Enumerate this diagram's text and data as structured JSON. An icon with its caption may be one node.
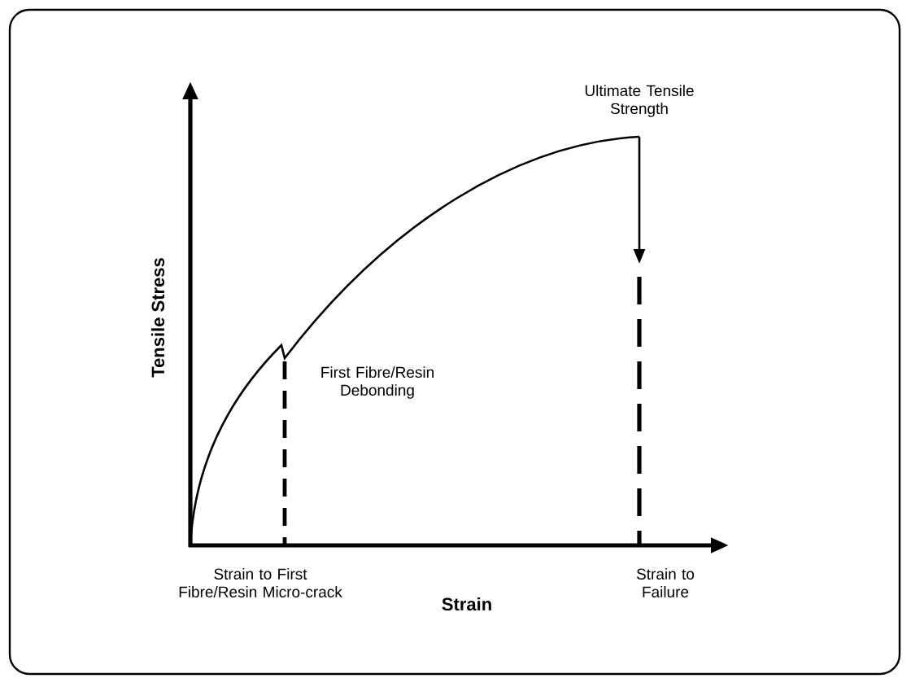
{
  "diagram": {
    "labels": [
      "Ultimate Tensile Strength",
      "First Fibre/Resin Debonding",
      "Tensile Stress",
      "Strain to First Fibre/Resin Micro-crack",
      "Strain",
      "Strain to Failure"
    ]
  }
}
